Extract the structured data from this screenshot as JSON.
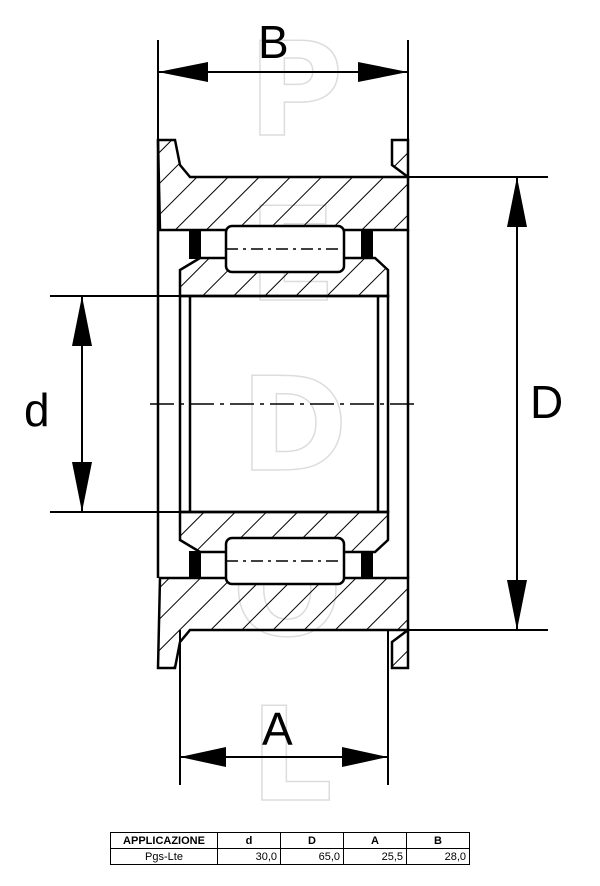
{
  "labels": {
    "B": "B",
    "D": "D",
    "d": "d",
    "A": "A"
  },
  "watermark": [
    "P",
    "E",
    "D",
    "O",
    "L"
  ],
  "table": {
    "headers": [
      "APPLICAZIONE",
      "d",
      "D",
      "A",
      "B"
    ],
    "rows": [
      [
        "Pgs-Lte",
        "30,0",
        "65,0",
        "25,5",
        "28,0"
      ]
    ]
  },
  "colors": {
    "line": "#000000",
    "watermark_outline": "#d9d9d9"
  }
}
